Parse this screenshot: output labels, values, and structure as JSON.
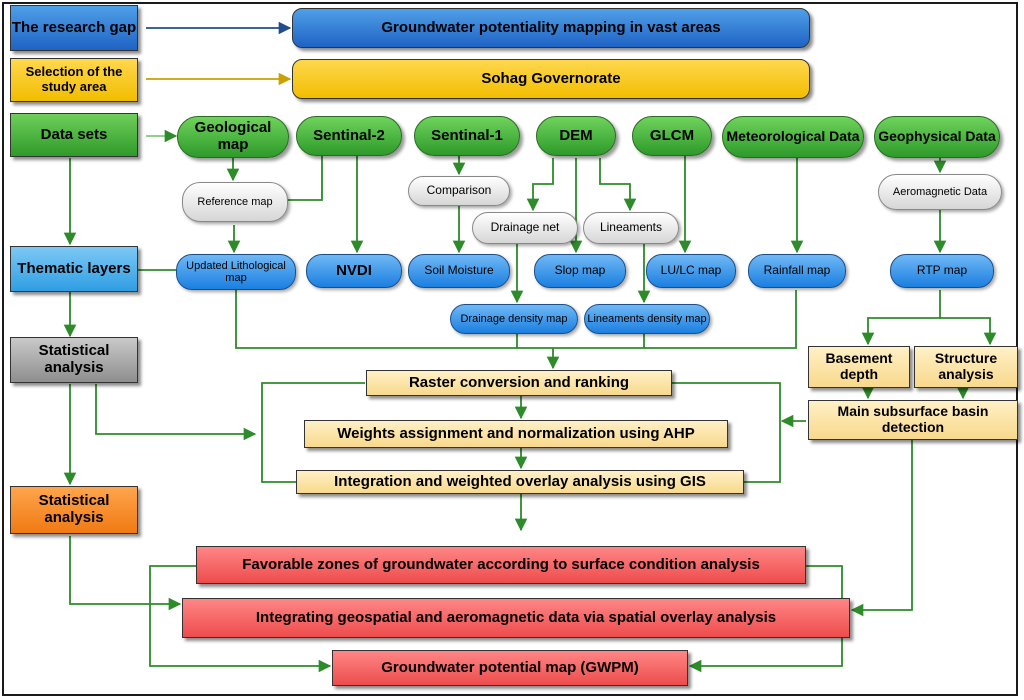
{
  "left_column": {
    "research_gap": "The research gap",
    "selection": "Selection of the study area",
    "data_sets": "Data sets",
    "thematic_layers": "Thematic layers",
    "statistical_analysis_1": "Statistical analysis",
    "statistical_analysis_2": "Statistical analysis"
  },
  "banners": {
    "groundwater_mapping": "Groundwater potentiality mapping in vast areas",
    "sohag": "Sohag Governorate"
  },
  "data_sources": {
    "geological_map": "Geological map",
    "sentinel_2": "Sentinal-2",
    "sentinel_1": "Sentinal-1",
    "dem": "DEM",
    "glcm": "GLCM",
    "meteorological": "Meteorological Data",
    "geophysical": "Geophysical Data"
  },
  "intermediate": {
    "reference_map": "Reference map",
    "comparison": "Comparison",
    "drainage_net": "Drainage net",
    "lineaments": "Lineaments",
    "aeromagnetic": "Aeromagnetic Data"
  },
  "layers": {
    "lithological": "Updated Lithological map",
    "nvdi": "NVDI",
    "soil_moisture": "Soil Moisture",
    "slope": "Slop map",
    "lulc": "LU/LC map",
    "rainfall": "Rainfall map",
    "rtp": "RTP map",
    "drainage_density": "Drainage density map",
    "lineaments_density": "Lineaments density map"
  },
  "analysis": {
    "raster": "Raster conversion and ranking",
    "weights": "Weights assignment and normalization using AHP",
    "integration": "Integration and weighted overlay analysis using GIS",
    "basement_depth": "Basement depth",
    "structure_analysis": "Structure analysis",
    "basin_detection": "Main subsurface basin detection"
  },
  "results": {
    "favorable_zones": "Favorable zones of groundwater according to surface condition analysis",
    "integrating": "Integrating geospatial and aeromagnetic data via spatial overlay analysis",
    "gwpm": "Groundwater potential map (GWPM)"
  },
  "colors": {
    "blue": "#1f63c4",
    "yellow": "#f2bd00",
    "green": "#2f9a2a",
    "light_blue": "#2f9ee3",
    "gray": "#8e8e8e",
    "orange": "#f07a12",
    "cream": "#f8d98c",
    "red": "#ee4c4c"
  }
}
